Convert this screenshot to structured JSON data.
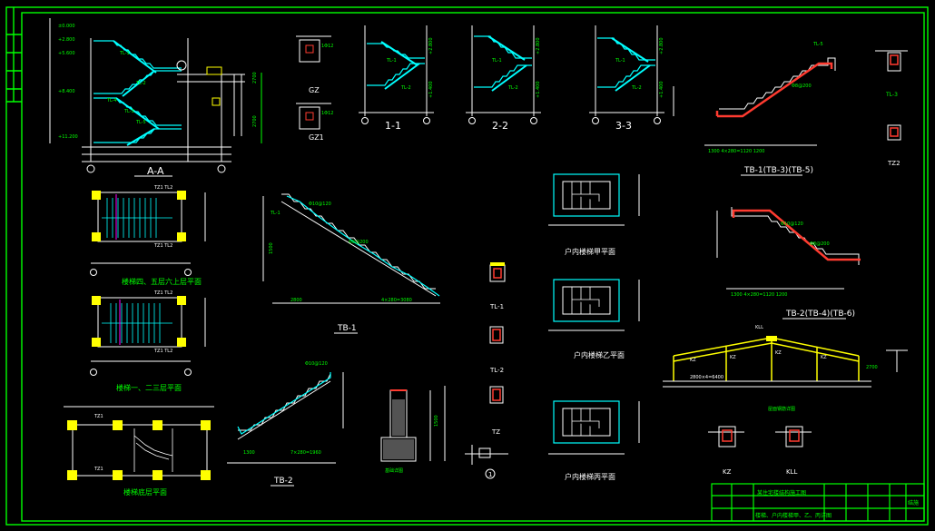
{
  "drawing": {
    "colors": {
      "background": "#000000",
      "frame": "#00ff00",
      "outline": "#ffffff",
      "stair": "#00ffff",
      "steel": "#ff3b30",
      "column": "#ffff00",
      "text_green": "#00ff00",
      "text_white": "#ffffff",
      "accent": "#ff00ff"
    },
    "section_labels": {
      "a_a": "A-A",
      "s1": "1-1",
      "s2": "2-2",
      "s3": "3-3"
    },
    "detail_labels": {
      "gz": "GZ",
      "gz1": "GZ1",
      "tl1": "TL-1",
      "tl2": "TL-2",
      "tl3": "TL-3",
      "tz": "TZ",
      "tz2": "TZ2",
      "kz": "KZ",
      "kll": "KLL",
      "circle_1": "1",
      "dim_2700": "2700"
    },
    "stair_labels": {
      "tb1": "TB-1",
      "tb2": "TB-2",
      "tb1_full": "TB-1(TB-3)(TB-5)",
      "tb2_full": "TB-2(TB-4)(TB-6)"
    },
    "plan_labels": {
      "plan_top": "楼梯四、五层六上层平面",
      "plan_mid": "楼梯一、二三层平面",
      "plan_base": "楼梯底层平面",
      "room_a": "户内楼梯甲平面",
      "room_b": "户内楼梯乙平面",
      "room_c": "户内楼梯丙平面"
    },
    "title_block": {
      "project": "某住宅楼结构施工图",
      "drawing_name": "楼梯、户内楼梯甲、乙、丙详图",
      "drawing_no": "结施"
    }
  }
}
